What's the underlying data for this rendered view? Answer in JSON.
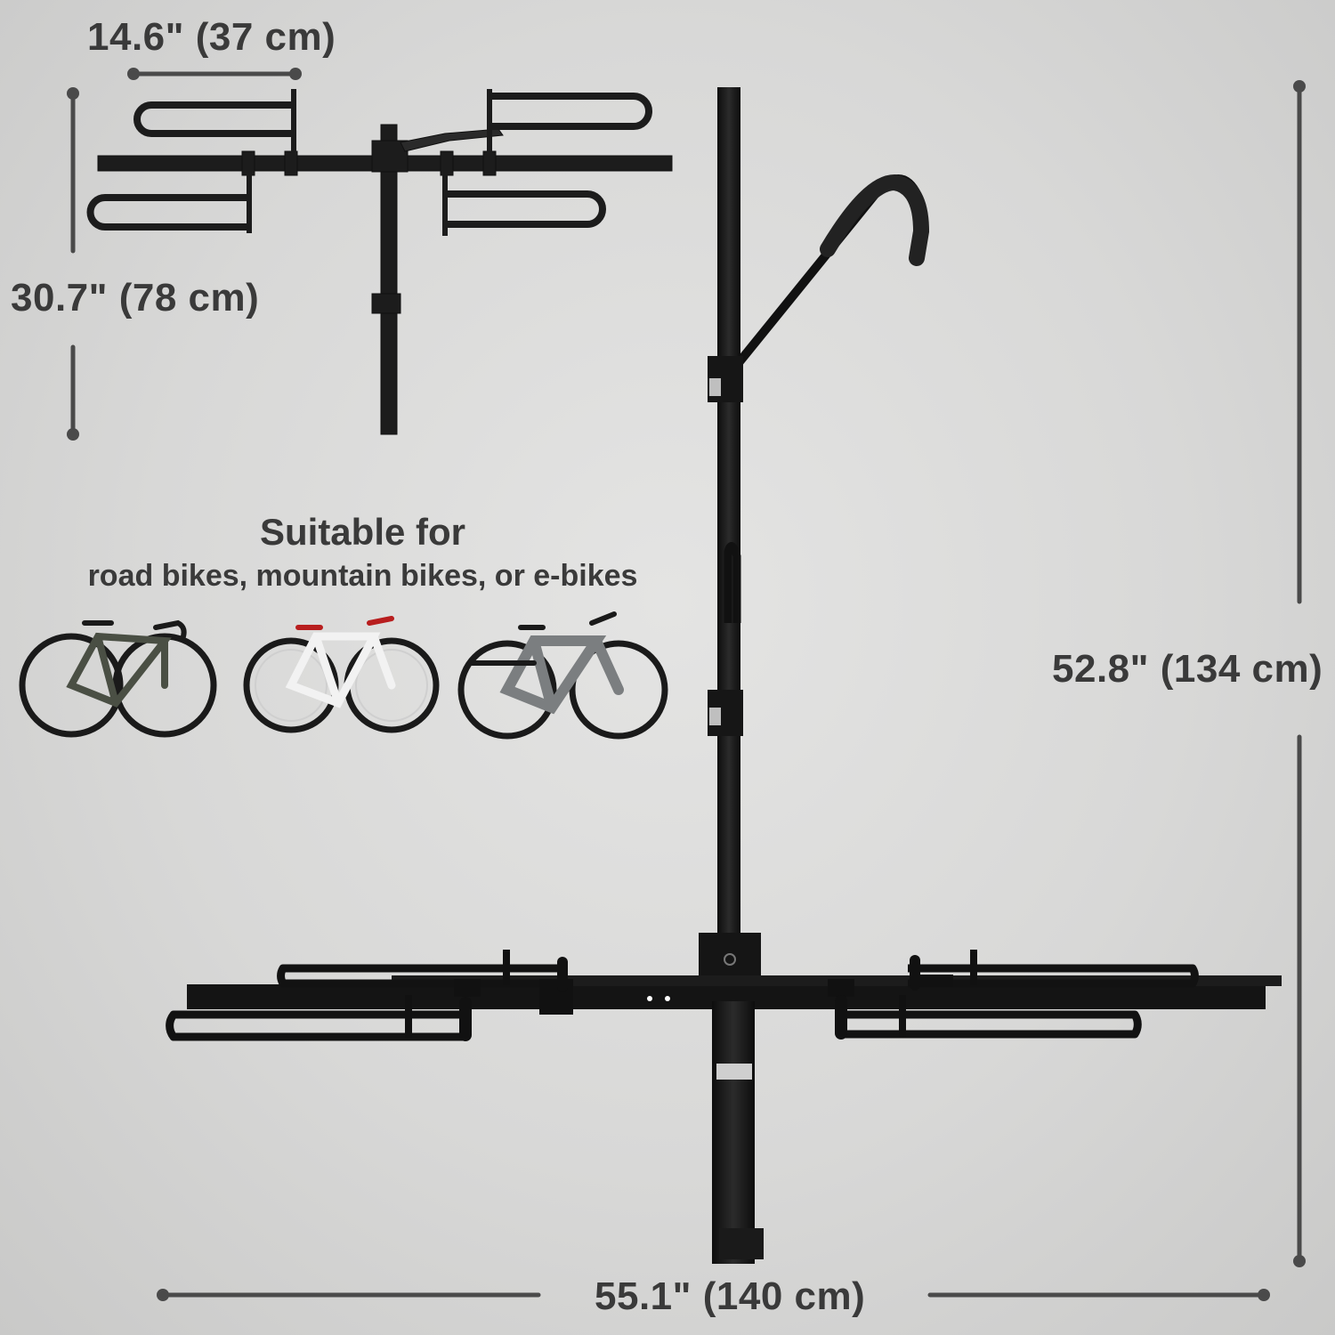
{
  "dimensions": {
    "arm_spacing": "14.6\" (37 cm)",
    "folded_depth": "30.7\" (78 cm)",
    "height": "52.8\" (134 cm)",
    "width": "55.1\" (140 cm)"
  },
  "suitability": {
    "title": "Suitable for",
    "subtitle": "road bikes, mountain bikes, or e-bikes"
  },
  "bikes": [
    {
      "type": "road-bike",
      "icon": "road-bike-icon",
      "color": "#4a4f44"
    },
    {
      "type": "mountain-bike",
      "icon": "mountain-bike-icon",
      "color": "#f2f2f2"
    },
    {
      "type": "e-bike",
      "icon": "e-bike-icon",
      "color": "#7b7e80"
    }
  ],
  "colors": {
    "text": "#3a3a3a",
    "dimension_line": "#4a4a4a",
    "rack_metal": "#151515"
  }
}
